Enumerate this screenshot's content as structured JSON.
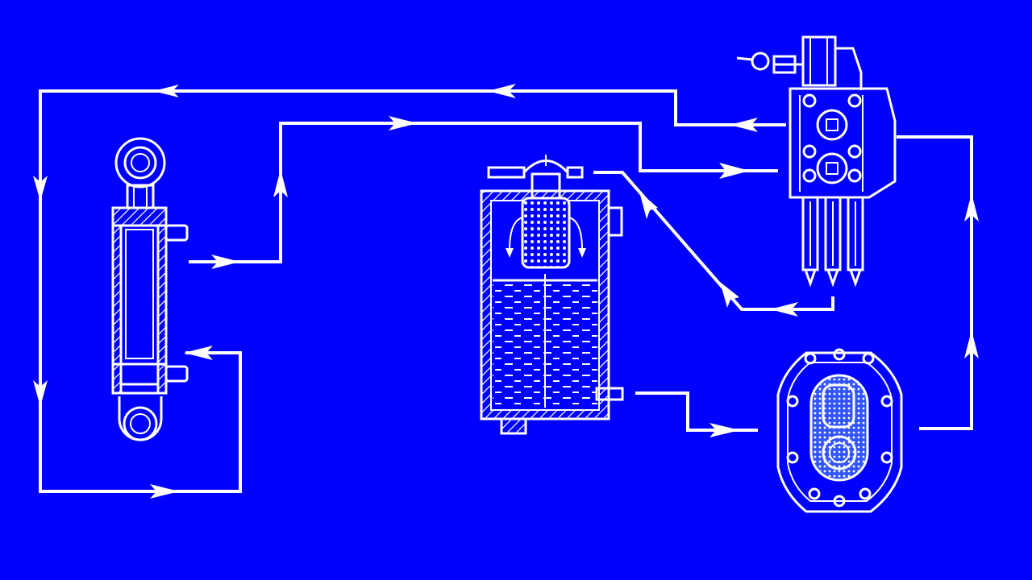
{
  "diagram": {
    "type": "hydraulic-circuit",
    "components": [
      "hydraulic-cylinder",
      "oil-tank-with-filter",
      "control-valve",
      "gear-pump"
    ],
    "colors": {
      "background": "#0000ff",
      "lines": "#ffffff"
    },
    "flow": [
      {
        "from": "gear-pump",
        "to": "control-valve"
      },
      {
        "from": "control-valve",
        "to": "hydraulic-cylinder"
      },
      {
        "from": "hydraulic-cylinder",
        "to": "control-valve"
      },
      {
        "from": "control-valve",
        "to": "oil-tank-with-filter"
      },
      {
        "from": "oil-tank-with-filter",
        "to": "gear-pump"
      }
    ]
  }
}
